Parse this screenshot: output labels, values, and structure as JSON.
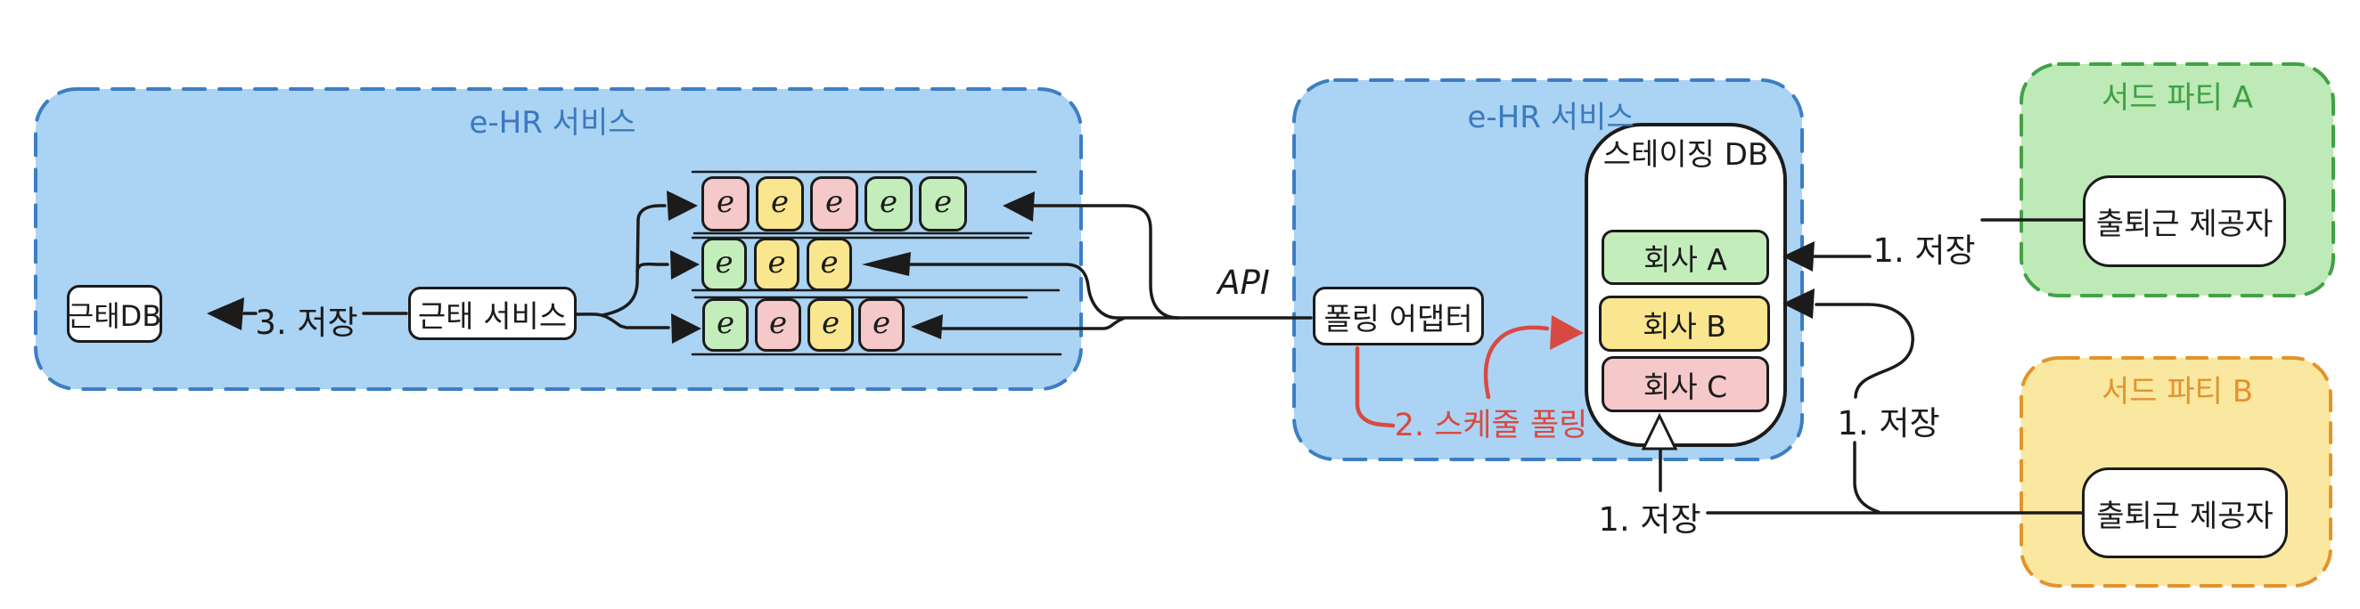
{
  "left_service": {
    "title": "e-HR 서비스",
    "attendance_db_label": "근태DB",
    "save_step_label": "3. 저장",
    "attendance_service_label": "근태 서비스",
    "streams": [
      {
        "events": [
          {
            "label": "e",
            "color": "pink"
          },
          {
            "label": "e",
            "color": "yellow"
          },
          {
            "label": "e",
            "color": "pink"
          },
          {
            "label": "e",
            "color": "green"
          },
          {
            "label": "e",
            "color": "green"
          }
        ]
      },
      {
        "events": [
          {
            "label": "e",
            "color": "green"
          },
          {
            "label": "e",
            "color": "yellow"
          },
          {
            "label": "e",
            "color": "yellow"
          }
        ]
      },
      {
        "events": [
          {
            "label": "e",
            "color": "green"
          },
          {
            "label": "e",
            "color": "pink"
          },
          {
            "label": "e",
            "color": "yellow"
          },
          {
            "label": "e",
            "color": "pink"
          }
        ]
      }
    ]
  },
  "api_label": "API",
  "hub_service": {
    "title": "e-HR 서비스",
    "polling_adapter_label": "폴링 어댑터",
    "schedule_polling_label": "2. 스케줄 폴링",
    "staging_db": {
      "title": "스테이징 DB",
      "companies": [
        {
          "name": "회사 A",
          "color": "green"
        },
        {
          "name": "회사 B",
          "color": "yellow"
        },
        {
          "name": "회사 C",
          "color": "pink"
        }
      ]
    },
    "save_label_company_a": "1. 저장",
    "save_label_company_b": "1. 저장",
    "save_label_company_c": "1. 저장"
  },
  "third_parties": [
    {
      "title": "서드 파티 A",
      "provider_label": "출퇴근 제공자",
      "color": "green"
    },
    {
      "title": "서드 파티 B",
      "provider_label": "출퇴근 제공자",
      "color": "yellow"
    }
  ],
  "colors": {
    "service_fill": "#abd3f3",
    "service_border": "#3c7ec3",
    "service_title": "#3a79bf",
    "third_party_green_fill": "#bdeab7",
    "third_party_green_border": "#43a146",
    "third_party_yellow_fill": "#fae8a0",
    "third_party_yellow_border": "#e2932d",
    "event_green": "#c3eebb",
    "event_yellow": "#f9e68e",
    "event_pink": "#f5c8ca",
    "annotation_red": "#d84a41",
    "ink": "#1b1b1b"
  }
}
